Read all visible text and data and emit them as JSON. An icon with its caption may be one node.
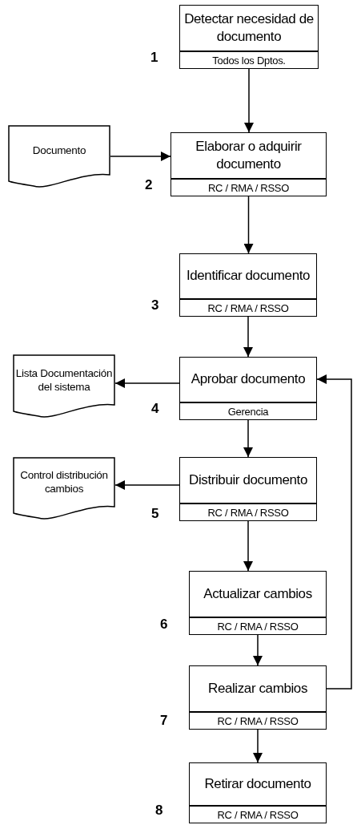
{
  "diagram": {
    "nodes": [
      {
        "text": [
          "Detectar necesidad de documento",
          "Todos los Dptos."
        ],
        "beside": [
          "1"
        ]
      },
      {
        "text": [
          "Documento"
        ]
      },
      {
        "text": [
          "Elaborar o adquirir documento",
          "RC / RMA / RSSO"
        ],
        "beside": [
          "2"
        ]
      },
      {
        "text": [
          "Identificar documento",
          "RC / RMA / RSSO"
        ],
        "beside": [
          "3"
        ]
      },
      {
        "text": [
          "Lista Documentación del sistema"
        ]
      },
      {
        "text": [
          "Aprobar documento",
          "Gerencia"
        ],
        "beside": [
          "4"
        ]
      },
      {
        "text": [
          "Control distribución cambios"
        ]
      },
      {
        "text": [
          "Distribuir documento",
          "RC / RMA / RSSO"
        ],
        "beside": [
          "5"
        ]
      },
      {
        "text": [
          "Actualizar cambios",
          "RC / RMA / RSSO"
        ],
        "beside": [
          "6"
        ]
      },
      {
        "text": [
          "Realizar cambios",
          "RC / RMA / RSSO"
        ],
        "beside": [
          "7"
        ]
      },
      {
        "text": [
          "Retirar documento",
          "RC / RMA / RSSO"
        ],
        "beside": [
          "8"
        ]
      }
    ],
    "edges": [
      {
        "from": 0,
        "to": 2,
        "arrow": "to"
      },
      {
        "from": 1,
        "to": 2,
        "arrow": "to"
      },
      {
        "from": 2,
        "to": 3,
        "arrow": "to"
      },
      {
        "from": 3,
        "to": 5,
        "arrow": "to"
      },
      {
        "from": 5,
        "to": 4,
        "arrow": "to"
      },
      {
        "from": 5,
        "to": 7,
        "arrow": "to"
      },
      {
        "from": 7,
        "to": 6,
        "arrow": "to"
      },
      {
        "from": 7,
        "to": 8,
        "arrow": "to"
      },
      {
        "from": 8,
        "to": 9,
        "arrow": "to"
      },
      {
        "from": 9,
        "to": 10,
        "arrow": "to"
      },
      {
        "from": 9,
        "to": 5,
        "arrow": "to"
      }
    ]
  }
}
